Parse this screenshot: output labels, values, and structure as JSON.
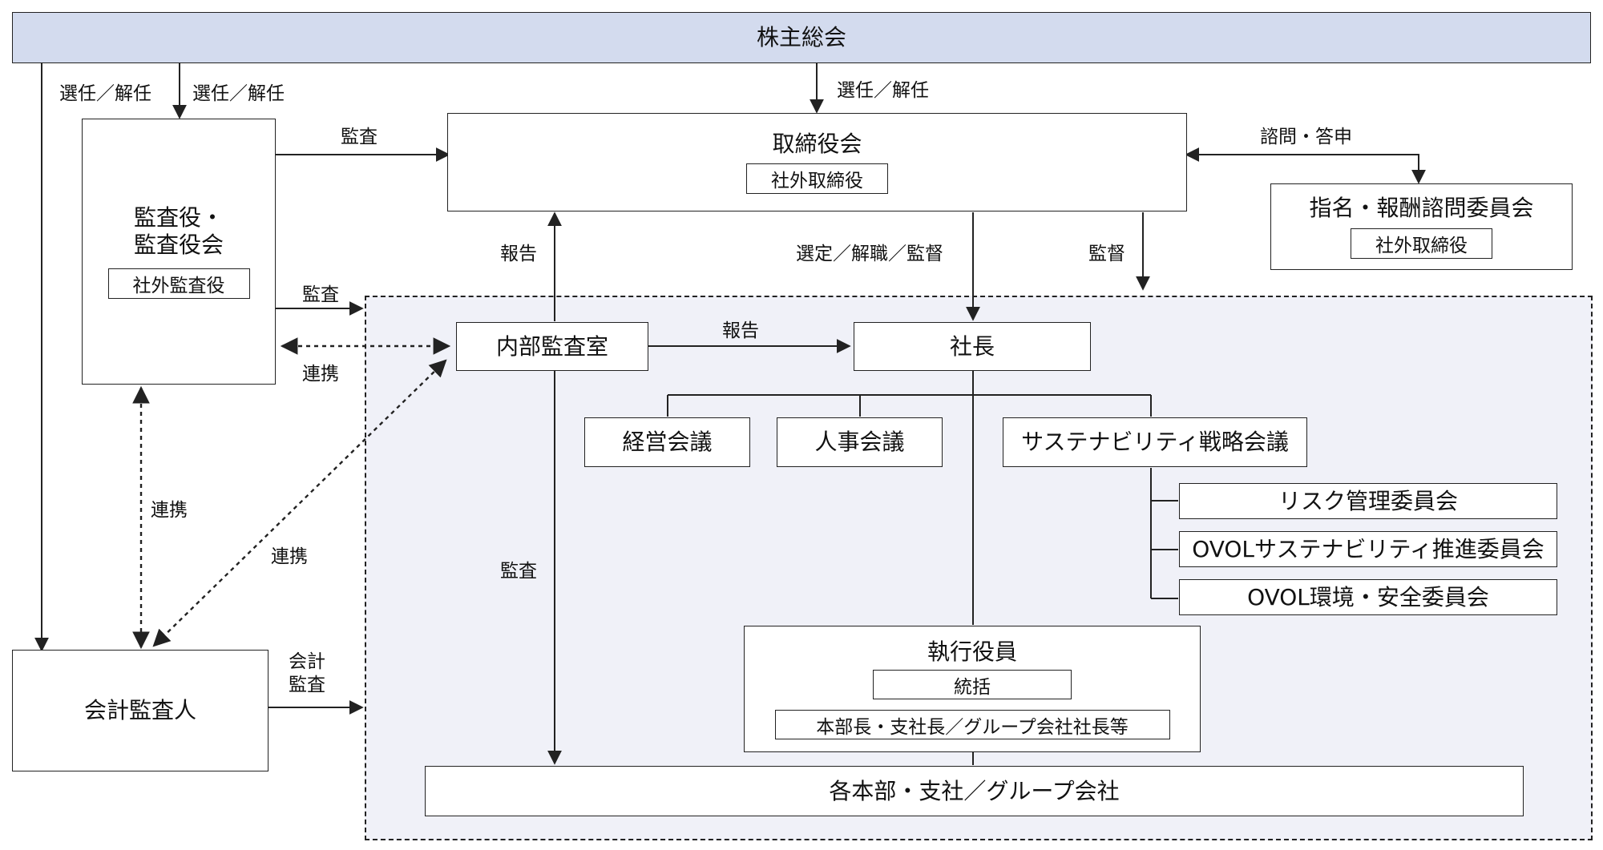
{
  "nodes": {
    "shareholders": "株主総会",
    "board": "取締役会",
    "board_sub": "社外取締役",
    "auditors": "監査役・\n監査役会",
    "auditors_sub": "社外監査役",
    "nomination": "指名・報酬諮問委員会",
    "nomination_sub": "社外取締役",
    "internal_audit": "内部監査室",
    "president": "社長",
    "mgmt_meeting": "経営会議",
    "hr_meeting": "人事会議",
    "sustainability_meeting": "サステナビリティ戦略会議",
    "risk_committee": "リスク管理委員会",
    "ovol_sustainability": "OVOLサステナビリティ推進委員会",
    "ovol_env": "OVOL環境・安全委員会",
    "officers": "執行役員",
    "officers_sub1": "統括",
    "officers_sub2": "本部長・支社長／グループ会社社長等",
    "accounting_auditor": "会計監査人",
    "divisions": "各本部・支社／グループ会社"
  },
  "labels": {
    "elect1": "選任／解任",
    "elect2": "選任／解任",
    "elect3": "選任／解任",
    "audit_board": "監査",
    "audit_area": "監査",
    "consult": "諮問・答申",
    "report1": "報告",
    "select": "選定／解職／監督",
    "supervise": "監督",
    "report2": "報告",
    "coop1": "連携",
    "coop2": "連携",
    "coop3": "連携",
    "audit_internal": "監査",
    "acct_audit": "会計\n監査"
  },
  "colors": {
    "header_fill": "#d3dbee",
    "area_fill": "#f0f1f8",
    "line": "#222222"
  }
}
